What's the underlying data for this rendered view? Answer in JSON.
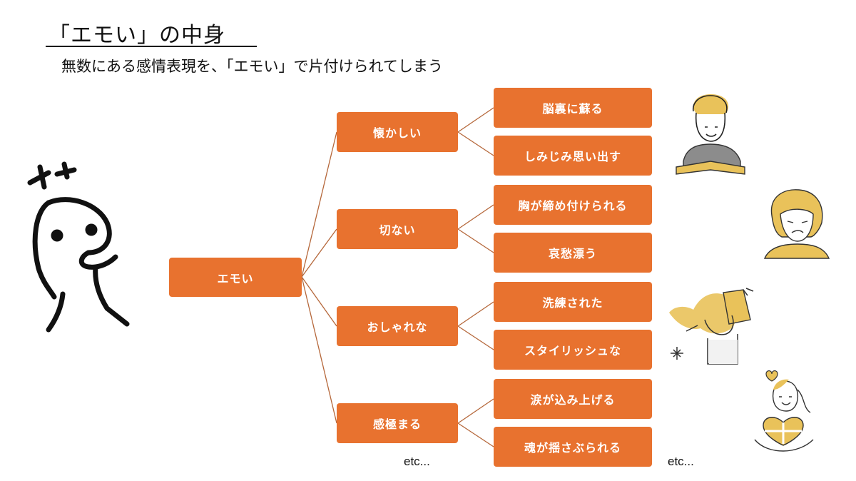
{
  "title": "「エモい」の中身",
  "subtitle": "無数にある感情表現を、「エモい」で片付けられてしまう",
  "root": "エモい",
  "categories": [
    {
      "label": "懐かしい",
      "children": [
        "脳裏に蘇る",
        "しみじみ思い出す"
      ]
    },
    {
      "label": "切ない",
      "children": [
        "胸が締め付けられる",
        "哀愁漂う"
      ]
    },
    {
      "label": "おしゃれな",
      "children": [
        "洗練された",
        "スタイリッシュな"
      ]
    },
    {
      "label": "感極まる",
      "children": [
        "涙が込み上げる",
        "魂が揺さぶられる"
      ]
    }
  ],
  "etc_left": "etc...",
  "etc_right": "etc...",
  "colors": {
    "accent": "#E8722F",
    "line": "#B5673A",
    "illustration_yellow": "#E9C25A"
  },
  "icons": [
    "character-doodle-icon",
    "reading-man-icon",
    "sad-woman-icon",
    "stylish-person-icon",
    "heart-gift-person-icon"
  ]
}
